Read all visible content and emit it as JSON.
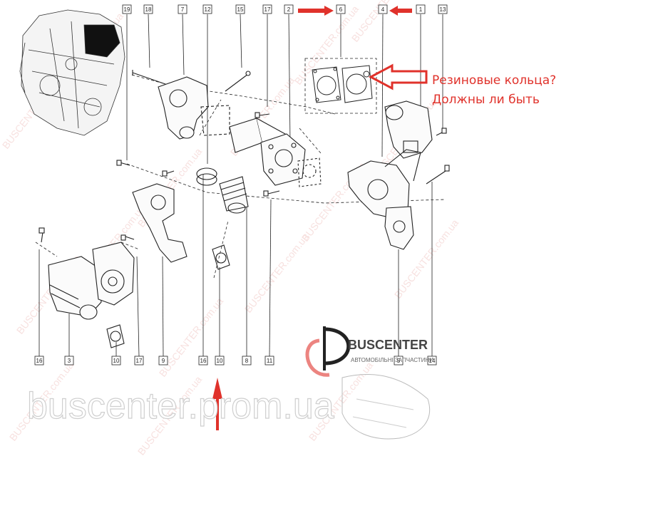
{
  "callout": {
    "line1": "Резиновые кольца?",
    "line2": "Должны ли быть"
  },
  "part_labels": [
    "19",
    "18",
    "7",
    "12",
    "15",
    "17",
    "2",
    "6",
    "4",
    "1",
    "13",
    "16",
    "3",
    "10",
    "17",
    "9",
    "16",
    "10",
    "8",
    "11",
    "5",
    "14"
  ],
  "logo": {
    "brand": "BUSCENTER",
    "tagline": "АВТОМОБІЛЬНІ ЗАПЧАСТИНИ"
  },
  "site_watermark": "buscenter.prom.ua",
  "diagonal_watermark": "BUSCENTER.com.ua",
  "colors": {
    "callout_red": "#e0322b",
    "line_art": "#222222",
    "watermark": "#f1c9c6"
  }
}
